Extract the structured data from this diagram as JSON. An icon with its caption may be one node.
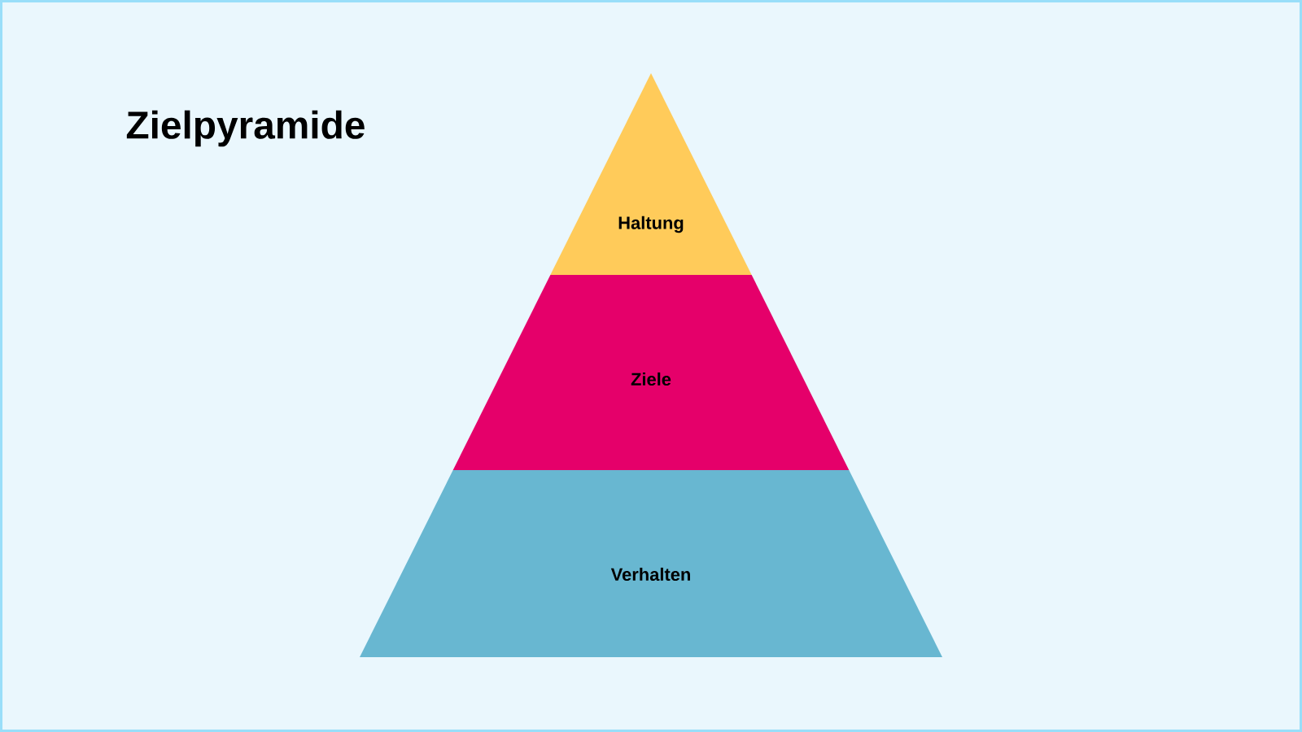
{
  "diagram": {
    "title": "Zielpyramide",
    "nodes": [
      {
        "text": [
          "Haltung"
        ]
      },
      {
        "text": [
          "Ziele"
        ]
      },
      {
        "text": [
          "Verhalten"
        ]
      }
    ]
  }
}
